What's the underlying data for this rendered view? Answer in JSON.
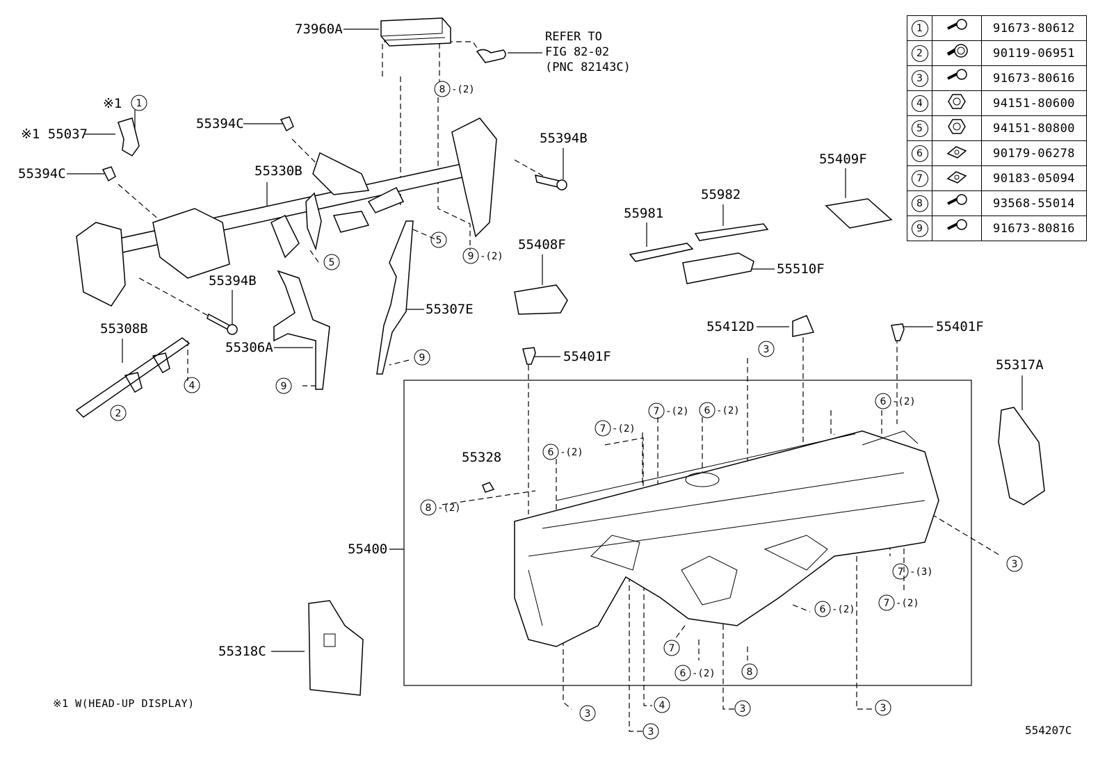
{
  "callouts": {
    "c73960A": "73960A",
    "c55037": "※1 55037",
    "c55394C_a": "55394C",
    "c55394C_b": "55394C",
    "c55330B": "55330B",
    "c55394B_a": "55394B",
    "c55394B_b": "55394B",
    "c55308B": "55308B",
    "c55306A": "55306A",
    "c55307E": "55307E",
    "c55408F": "55408F",
    "c55981": "55981",
    "c55982": "55982",
    "c55409F": "55409F",
    "c55510F": "55510F",
    "c55412D": "55412D",
    "c55401F_a": "55401F",
    "c55401F_b": "55401F",
    "c55317A": "55317A",
    "c55328": "55328",
    "c55400": "55400",
    "c55318C": "55318C",
    "star1": "※1"
  },
  "qty2": "-(2)",
  "qty3": "-(3)",
  "refer": "REFER TO\nFIG 82-02\n(PNC 82143C)",
  "footnote": "※1 W(HEAD-UP DISPLAY)",
  "diagram_code": "554207C",
  "legend": [
    {
      "num": "1",
      "icon": "bolt-icon",
      "part_no": "91673-80612"
    },
    {
      "num": "2",
      "icon": "flange-bolt-icon",
      "part_no": "90119-06951"
    },
    {
      "num": "3",
      "icon": "bolt-icon",
      "part_no": "91673-80616"
    },
    {
      "num": "4",
      "icon": "nut-icon",
      "part_no": "94151-80600"
    },
    {
      "num": "5",
      "icon": "nut-icon",
      "part_no": "94151-80800"
    },
    {
      "num": "6",
      "icon": "clip-nut-icon",
      "part_no": "90179-06278"
    },
    {
      "num": "7",
      "icon": "clip-nut-icon",
      "part_no": "90183-05094"
    },
    {
      "num": "8",
      "icon": "bolt-icon",
      "part_no": "93568-55014"
    },
    {
      "num": "9",
      "icon": "bolt-icon",
      "part_no": "91673-80816"
    }
  ]
}
